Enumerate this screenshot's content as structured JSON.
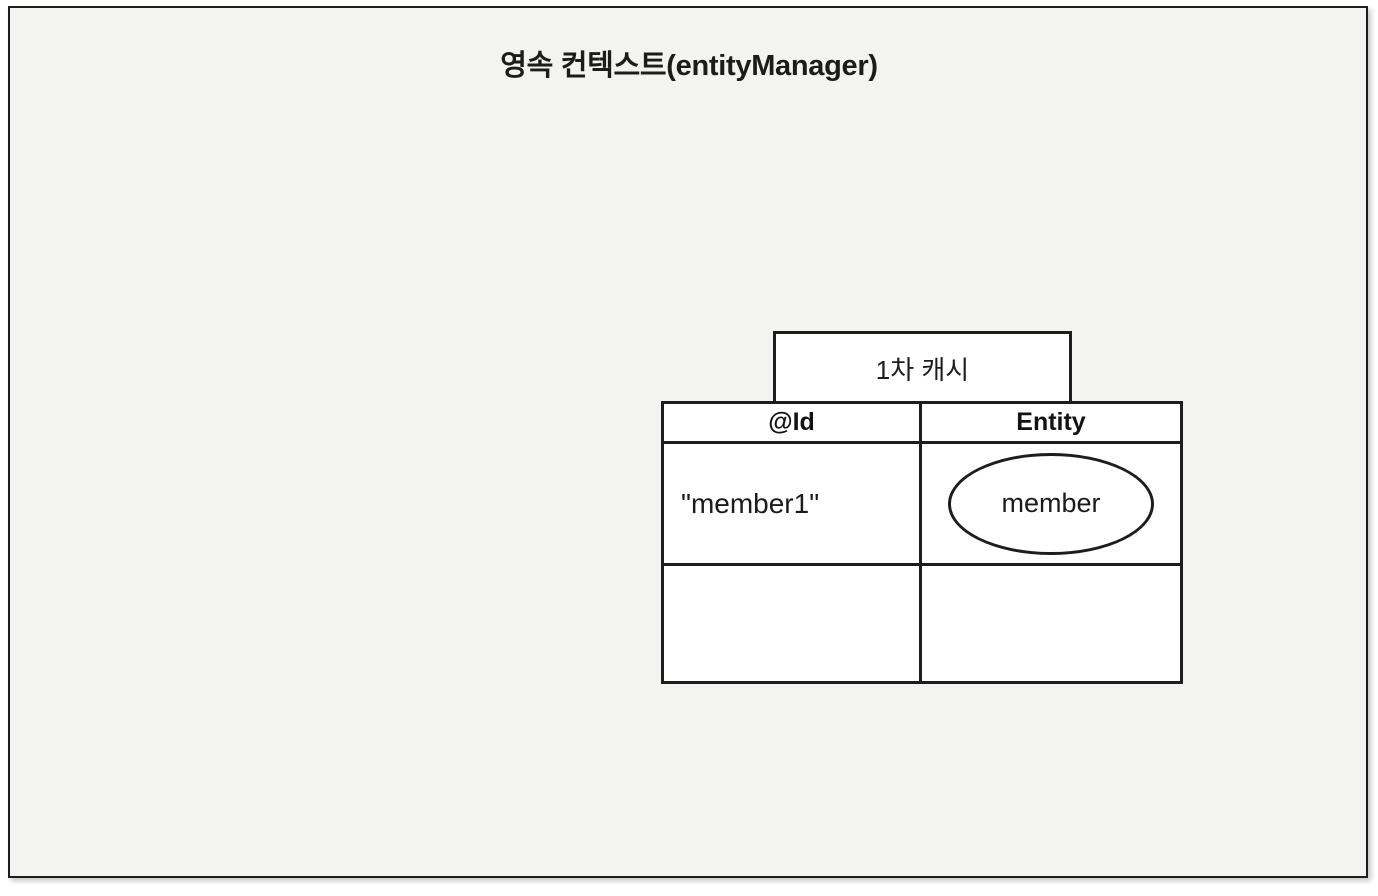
{
  "slide": {
    "title": "영속 컨텍스트(entityManager)",
    "background_color": "#f3f3f2",
    "frame_border_color": "#1d1d1d"
  },
  "cache_box": {
    "label": "1차 캐시"
  },
  "cache_table": {
    "columns": [
      {
        "header": "@Id"
      },
      {
        "header": "Entity"
      }
    ],
    "rows": [
      {
        "id": "\"member1\"",
        "entity": "member",
        "entity_shape": "ellipse"
      },
      {
        "id": "",
        "entity": "",
        "entity_shape": "none"
      }
    ]
  }
}
